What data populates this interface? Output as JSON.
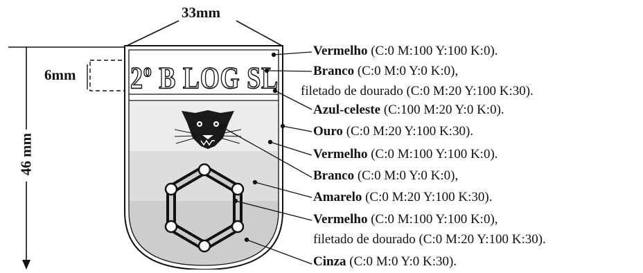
{
  "dimensions": {
    "width_label": "33mm",
    "height_label": "46 mm",
    "band_label": "6mm"
  },
  "badge": {
    "motto": "2º B LOG SL",
    "figures": [
      "jaguar-head",
      "hexagonal-chain"
    ]
  },
  "callouts": [
    {
      "name": "Vermelho",
      "spec": "(C:0 M:100 Y:100 K:0)."
    },
    {
      "name": "Branco",
      "spec": "(C:0 M:0 Y:0 K:0),",
      "extra": "filetado de dourado (C:0 M:20 Y:100 K:30)."
    },
    {
      "name": "Azul-celeste",
      "spec": "(C:100 M:20 Y:0 K:0)."
    },
    {
      "name": "Ouro",
      "spec": "(C:0 M:20 Y:100 K:30)."
    },
    {
      "name": "Vermelho",
      "spec": "(C:0 M:100 Y:100 K:0)."
    },
    {
      "name": "Branco",
      "spec": "(C:0 M:0 Y:0 K:0),"
    },
    {
      "name": "Amarelo",
      "spec": "(C:0 M:20 Y:100 K:30)."
    },
    {
      "name": "Vermelho",
      "spec": "(C:0 M:100 Y:100 K:0),",
      "extra": "filetado de dourado (C:0 M:20 Y:100 K:30)."
    },
    {
      "name": "Cinza",
      "spec": "(C:0 M:0 Y:0 K:30)."
    }
  ],
  "colors": {
    "outline": "#111111",
    "field_top": "#e9e9e9",
    "field_mid": "#dcdcdc",
    "field_bottom": "#cbcbcb"
  }
}
